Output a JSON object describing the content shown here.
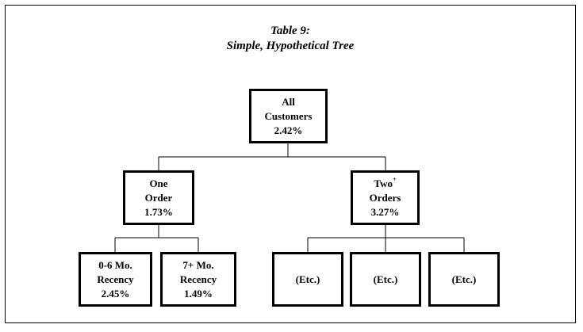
{
  "title": {
    "line1": "Table 9:",
    "line2": "Simple, Hypothetical Tree"
  },
  "nodes": {
    "root": {
      "line1": "All",
      "line2": "Customers",
      "value": "2.42%"
    },
    "one_order": {
      "line1": "One",
      "line2": "Order",
      "value": "1.73%"
    },
    "two_orders": {
      "line1": "Two",
      "superscript": "+",
      "line2": "Orders",
      "value": "3.27%"
    },
    "recency_0_6": {
      "line1": "0-6 Mo.",
      "line2": "Recency",
      "value": "2.45%"
    },
    "recency_7_plus": {
      "line1": "7+ Mo.",
      "line2": "Recency",
      "value": "1.49%"
    },
    "etc_1": {
      "label": "(Etc.)"
    },
    "etc_2": {
      "label": "(Etc.)"
    },
    "etc_3": {
      "label": "(Etc.)"
    }
  }
}
